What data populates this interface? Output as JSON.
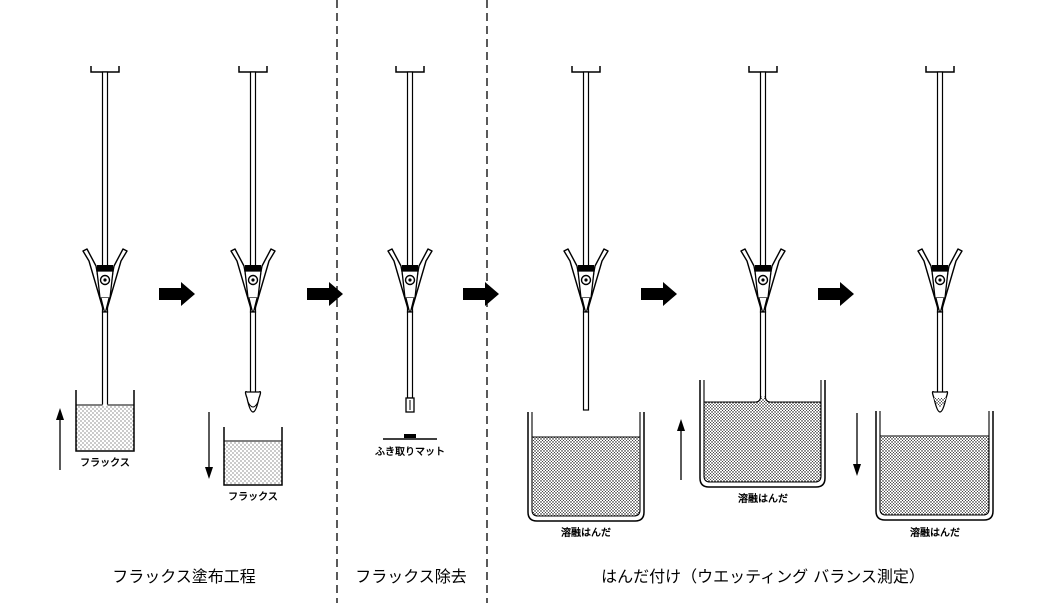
{
  "labels": {
    "flux": "フラックス",
    "wipe_mat": "ふき取りマット",
    "molten_solder": "溶融はんだ"
  },
  "stages": {
    "flux_coating": "フラックス塗布工程",
    "flux_removal": "フラックス除去",
    "soldering": "はんだ付け（ウエッティング バランス測定）"
  },
  "colors": {
    "line": "#000000",
    "background": "#ffffff"
  }
}
